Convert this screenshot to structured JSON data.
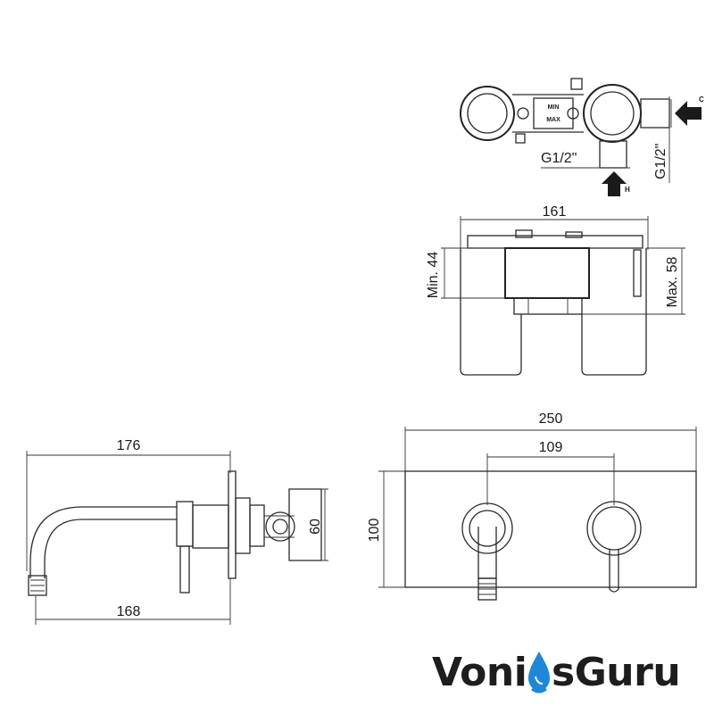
{
  "technical_drawing": {
    "top_view": {
      "label_min": "MIN",
      "label_max": "MAX",
      "thread_horizontal": "G1/2\"",
      "thread_vertical": "G1/2\"",
      "cold_inlet_letter": "C",
      "hot_inlet_letter": "H"
    },
    "body_view": {
      "width_dim": "161",
      "min_depth_dim": "Min. 44",
      "max_depth_dim": "Max. 58"
    },
    "side_view": {
      "overall_length_dim": "176",
      "spout_length_dim": "168",
      "height_dim": "60"
    },
    "front_view": {
      "plate_width_dim": "250",
      "centers_dim": "109",
      "plate_height_dim": "100"
    }
  },
  "brand": {
    "part1": "Voni",
    "part2": "sGuru",
    "accent_color": "#1e88d6",
    "text_color": "#1d1d1b",
    "icon": "water-drop-icon"
  }
}
